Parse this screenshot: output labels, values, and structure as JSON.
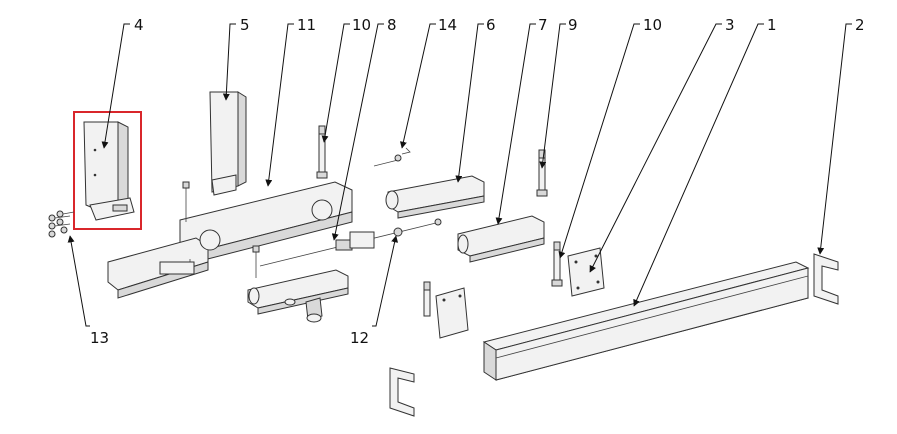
{
  "diagram": {
    "labels": {
      "p1": "1",
      "p2": "2",
      "p3": "3",
      "p4": "4",
      "p5": "5",
      "p6": "6",
      "p7": "7",
      "p8": "8",
      "p9": "9",
      "p10a": "10",
      "p10b": "10",
      "p11": "11",
      "p12": "12",
      "p13": "13",
      "p14": "14"
    },
    "highlight_color": "#d9262b"
  }
}
